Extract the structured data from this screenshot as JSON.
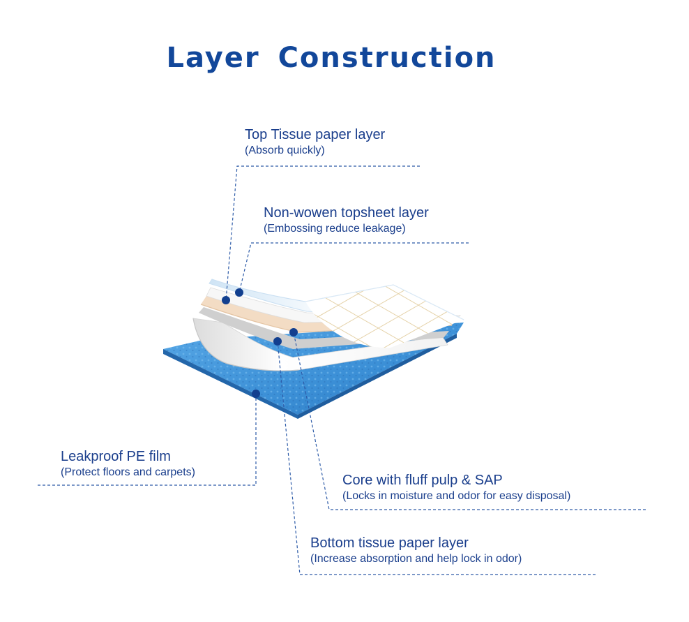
{
  "title": "Layer  Construction",
  "colors": {
    "title": "#12479a",
    "label_text": "#1a3e8c",
    "leader_line": "#2d5ba8",
    "dot": "#123f8f",
    "pe_film": "#3b8fd6",
    "core": "#f3dcc4",
    "top_sheet": "#e9f3fb",
    "quilt_pattern": "#e5d2a8"
  },
  "layers": [
    {
      "name": "Top Tissue paper layer",
      "note": "(Absorb quickly)"
    },
    {
      "name": "Non-wowen topsheet layer",
      "note": "(Embossing reduce leakage)"
    },
    {
      "name": "Leakproof PE film",
      "note": "(Protect floors and carpets)"
    },
    {
      "name": "Core with fluff pulp & SAP",
      "note": "(Locks in moisture and odor for easy disposal)"
    },
    {
      "name": "Bottom tissue paper layer",
      "note": "(Increase absorption and help lock in odor)"
    }
  ]
}
